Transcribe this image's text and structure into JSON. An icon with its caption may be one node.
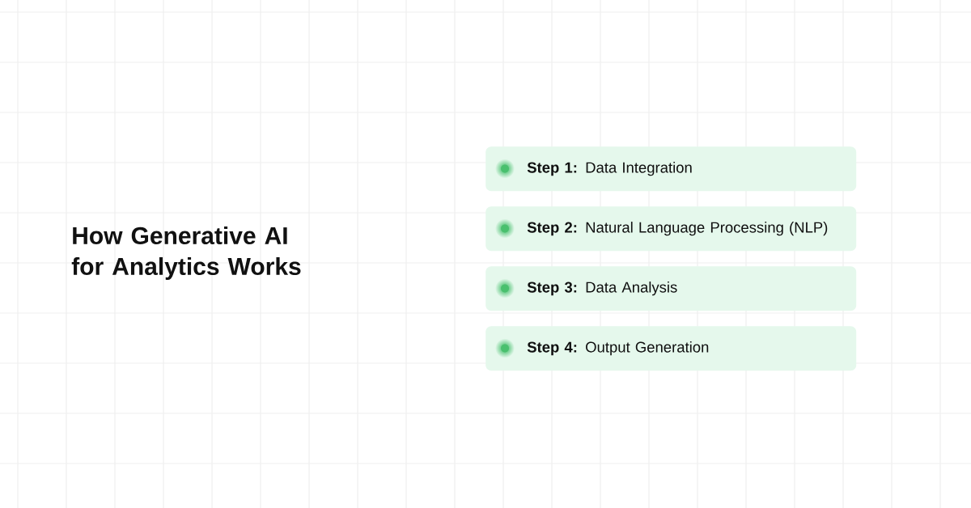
{
  "diagram": {
    "title": "How Generative AI for Analytics Works",
    "nodes": [
      {
        "text": [
          "**Step 1:** Data Integration"
        ]
      },
      {
        "text": [
          "**Step 2:** Natural Language Processing (NLP)"
        ]
      },
      {
        "text": [
          "**Step 3:** Data Analysis"
        ]
      },
      {
        "text": [
          "**Step 4:** Output Generation"
        ]
      }
    ]
  }
}
